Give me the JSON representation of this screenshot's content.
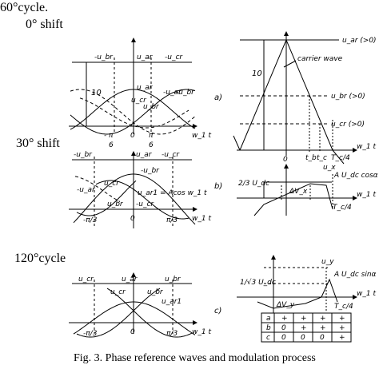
{
  "headings": {
    "top": "60°cycle.",
    "zero_shift": "0° shift",
    "thirty_shift": "30° shift",
    "cycle120": "120°cycle"
  },
  "left_panels": {
    "p1": {
      "ten": "10",
      "u_br": "-u_br",
      "u_ar": "u_ar",
      "u_cr": "-u_cr",
      "mid_uar": "u_ar",
      "mid_ucr": "u_cr",
      "mid_ubr": "u_br",
      "neg_uar": "-u_ar",
      "neg_ubr": "-u_br",
      "tick_left_num": "π",
      "tick_left_den": "6",
      "tick_left_sign": "-",
      "tick_zero": "0",
      "tick_right_num": "π",
      "tick_right_den": "6",
      "axis": "w_1 t"
    },
    "p2": {
      "u_br": "-u_br",
      "u_ar": "u_ar",
      "u_cr": "-u_cr",
      "ucr": "u_cr",
      "negubr": "-u_br",
      "neguar": "-u_ar",
      "uar1": "u_ar1 = Acos w_1 t",
      "ubr": "u_br",
      "negcr": "-u_cr",
      "tick_left": "-π/3",
      "tick_zero": "0",
      "tick_right": "π/3",
      "axis": "w_1 t"
    },
    "p3": {
      "u_cr": "u_cr",
      "u_ar": "u_ar",
      "u_br": "u_br",
      "ucr": "u_cr",
      "ubr": "u_br",
      "uar1": "u_ar1",
      "tick_left": "-π/3",
      "tick_zero": "0",
      "tick_right": "π/3",
      "axis": "w_1 t"
    }
  },
  "right_panels": {
    "a": {
      "label": "a)",
      "ten": "10",
      "u_ar": "u_ar (>0)",
      "carrier": "carrier wave",
      "u_br": "u_br (>0)",
      "u_cr": "u_cr (>0)",
      "tb": "t_b",
      "tc": "t_c",
      "tc4": "T_c/4",
      "zero": "0",
      "axis": "w_1 t"
    },
    "b": {
      "label": "b)",
      "ux": "u_x",
      "coeff": "2/3 U_dc",
      "a_udc": "A U_dc cosα",
      "delta": "ΔV_x",
      "tc4": "T_c/4",
      "axis": "w_1 t"
    },
    "c": {
      "label": "c)",
      "uy": "u_y",
      "coeff": "1/√3 U_dc",
      "a_udc": "A U_dc sinα",
      "delta": "ΔV_y",
      "tc4": "T_c/4",
      "axis": "w_1 t"
    }
  },
  "switch_table": {
    "rows": [
      {
        "phase": "a",
        "cells": [
          "+",
          "+",
          "+",
          "+"
        ]
      },
      {
        "phase": "b",
        "cells": [
          "0",
          "+",
          "+",
          "+"
        ]
      },
      {
        "phase": "c",
        "cells": [
          "0",
          "0",
          "0",
          "+"
        ]
      }
    ]
  },
  "caption": "Fig. 3. Phase reference waves and modulation process"
}
